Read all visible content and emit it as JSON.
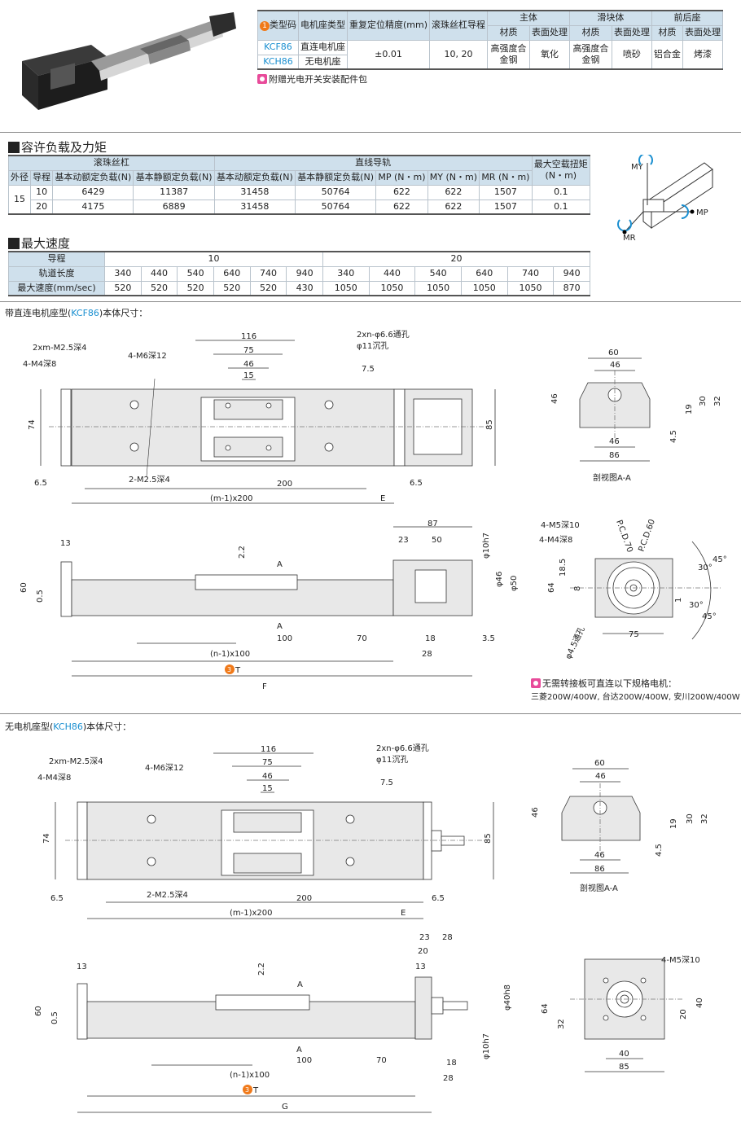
{
  "spec_table": {
    "badge": "1",
    "headers": {
      "type_code": "类型码",
      "motor_mount": "电机座类型",
      "repeat": "重复定位精度(mm)",
      "lead": "滚珠丝杠导程",
      "body": "主体",
      "slider": "滑块体",
      "end": "前后座",
      "material": "材质",
      "surface": "表面处理"
    },
    "rows": [
      {
        "code": "KCF86",
        "mount": "直连电机座"
      },
      {
        "code": "KCH86",
        "mount": "无电机座"
      }
    ],
    "repeat": "±0.01",
    "lead": "10, 20",
    "body_material": "高强度合金钢",
    "body_surface": "氧化",
    "slider_material": "高强度合金钢",
    "slider_surface": "喷砂",
    "end_material": "铝合金",
    "end_surface": "烤漆",
    "note": "附赠光电开关安装配件包"
  },
  "load_section": {
    "title": "容许负载及力矩",
    "groups": {
      "screw": "滚珠丝杠",
      "guide": "直线导轨",
      "max_torque": "最大空载扭矩"
    },
    "cols": {
      "od": "外径",
      "lead": "导程",
      "dyn": "基本动额定负载(N)",
      "stat": "基本静额定负载(N)",
      "mp": "MP (N・m)",
      "my": "MY (N・m)",
      "mr": "MR (N・m)",
      "torque_unit": "(N・m)"
    },
    "od": "15",
    "rows": [
      [
        "10",
        "6429",
        "11387",
        "31458",
        "50764",
        "622",
        "622",
        "1507",
        "0.1"
      ],
      [
        "20",
        "4175",
        "6889",
        "31458",
        "50764",
        "622",
        "622",
        "1507",
        "0.1"
      ]
    ],
    "diagram_labels": {
      "my": "MY",
      "mp": "MP",
      "mr": "MR"
    }
  },
  "speed_section": {
    "title": "最大速度",
    "lead_label": "导程",
    "length_label": "轨道长度",
    "speed_label": "最大速度(mm/sec)",
    "leads": [
      "10",
      "20"
    ],
    "lengths": [
      "340",
      "440",
      "540",
      "640",
      "740",
      "940",
      "340",
      "440",
      "540",
      "640",
      "740",
      "940"
    ],
    "speeds": [
      "520",
      "520",
      "520",
      "520",
      "520",
      "430",
      "1050",
      "1050",
      "1050",
      "1050",
      "1050",
      "870"
    ]
  },
  "kcf": {
    "title_pre": "带直连电机座型(",
    "code": "KCF86",
    "title_post": ")本体尺寸：",
    "top": [
      "2xm-M2.5深4",
      "4-M4深8",
      "116",
      "75",
      "4-M6深12",
      "46",
      "15",
      "2xn-φ6.6通孔",
      "φ11沉孔",
      "7.5",
      "74",
      "85",
      "6.5",
      "2-M2.5深4",
      "200",
      "6.5",
      "(m-1)x200",
      "E"
    ],
    "section": [
      "60",
      "46",
      "46",
      "19",
      "30",
      "32",
      "4.5",
      "46",
      "86",
      "剖视图A-A"
    ],
    "side": [
      "13",
      "87",
      "23",
      "50",
      "2.2",
      "A",
      "60",
      "0.5",
      "φ10h7",
      "φ46",
      "φ50",
      "A",
      "100",
      "70",
      "18",
      "3.5",
      "28",
      "(n-1)x100",
      "T",
      "F",
      "3"
    ],
    "flange": [
      "4-M5深10",
      "4-M4深8",
      "P.C.D.70",
      "P.C.D.60",
      "45°",
      "30°",
      "64",
      "18.5",
      "8",
      "1",
      "30°",
      "45°",
      "75",
      "φ4.5通孔"
    ],
    "motor_note": "无需转接板可直连以下规格电机：",
    "motor_list": "三菱200W/400W, 台达200W/400W, 安川200W/400W"
  },
  "kch": {
    "title_pre": "无电机座型(",
    "code": "KCH86",
    "title_post": ")本体尺寸：",
    "top": [
      "2xm-M2.5深4",
      "4-M4深8",
      "116",
      "75",
      "4-M6深12",
      "46",
      "15",
      "2xn-φ6.6通孔",
      "φ11沉孔",
      "7.5",
      "74",
      "85",
      "6.5",
      "2-M2.5深4",
      "200",
      "6.5",
      "(m-1)x200",
      "E"
    ],
    "section": [
      "60",
      "46",
      "46",
      "19",
      "30",
      "32",
      "4.5",
      "46",
      "86",
      "剖视图A-A"
    ],
    "side": [
      "13",
      "23",
      "28",
      "20",
      "13",
      "2.2",
      "A",
      "60",
      "0.5",
      "φ40h8",
      "A",
      "100",
      "70",
      "18",
      "φ10h7",
      "28",
      "(n-1)x100",
      "T",
      "G",
      "3"
    ],
    "flange": [
      "4-M5深10",
      "64",
      "32",
      "20",
      "40",
      "40",
      "85"
    ]
  }
}
